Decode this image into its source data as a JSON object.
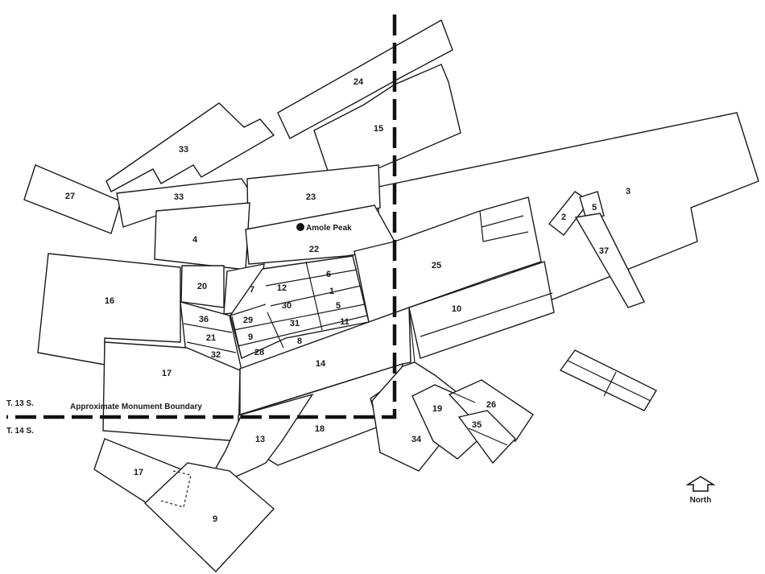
{
  "map": {
    "peak_label": "Amole Peak",
    "boundary_label": "Approximate Monument Boundary",
    "township_north": "T. 13 S.",
    "township_south": "T. 14 S.",
    "north_label": "North"
  },
  "parcel_labels": {
    "p1": "1",
    "p2": "2",
    "p3": "3",
    "p4": "4",
    "p5": "5",
    "p5b": "5",
    "p6": "6",
    "p7": "7",
    "p8": "8",
    "p9": "9",
    "p9b": "9",
    "p10": "10",
    "p11": "11",
    "p12": "12",
    "p13": "13",
    "p14": "14",
    "p15": "15",
    "p16": "16",
    "p17": "17",
    "p17b": "17",
    "p18": "18",
    "p19": "19",
    "p20": "20",
    "p21": "21",
    "p22": "22",
    "p23": "23",
    "p24": "24",
    "p25": "25",
    "p26": "26",
    "p27": "27",
    "p28": "28",
    "p29": "29",
    "p30": "30",
    "p31": "31",
    "p32": "32",
    "p33": "33",
    "p33b": "33",
    "p34": "34",
    "p35": "35",
    "p36": "36",
    "p37": "37"
  }
}
